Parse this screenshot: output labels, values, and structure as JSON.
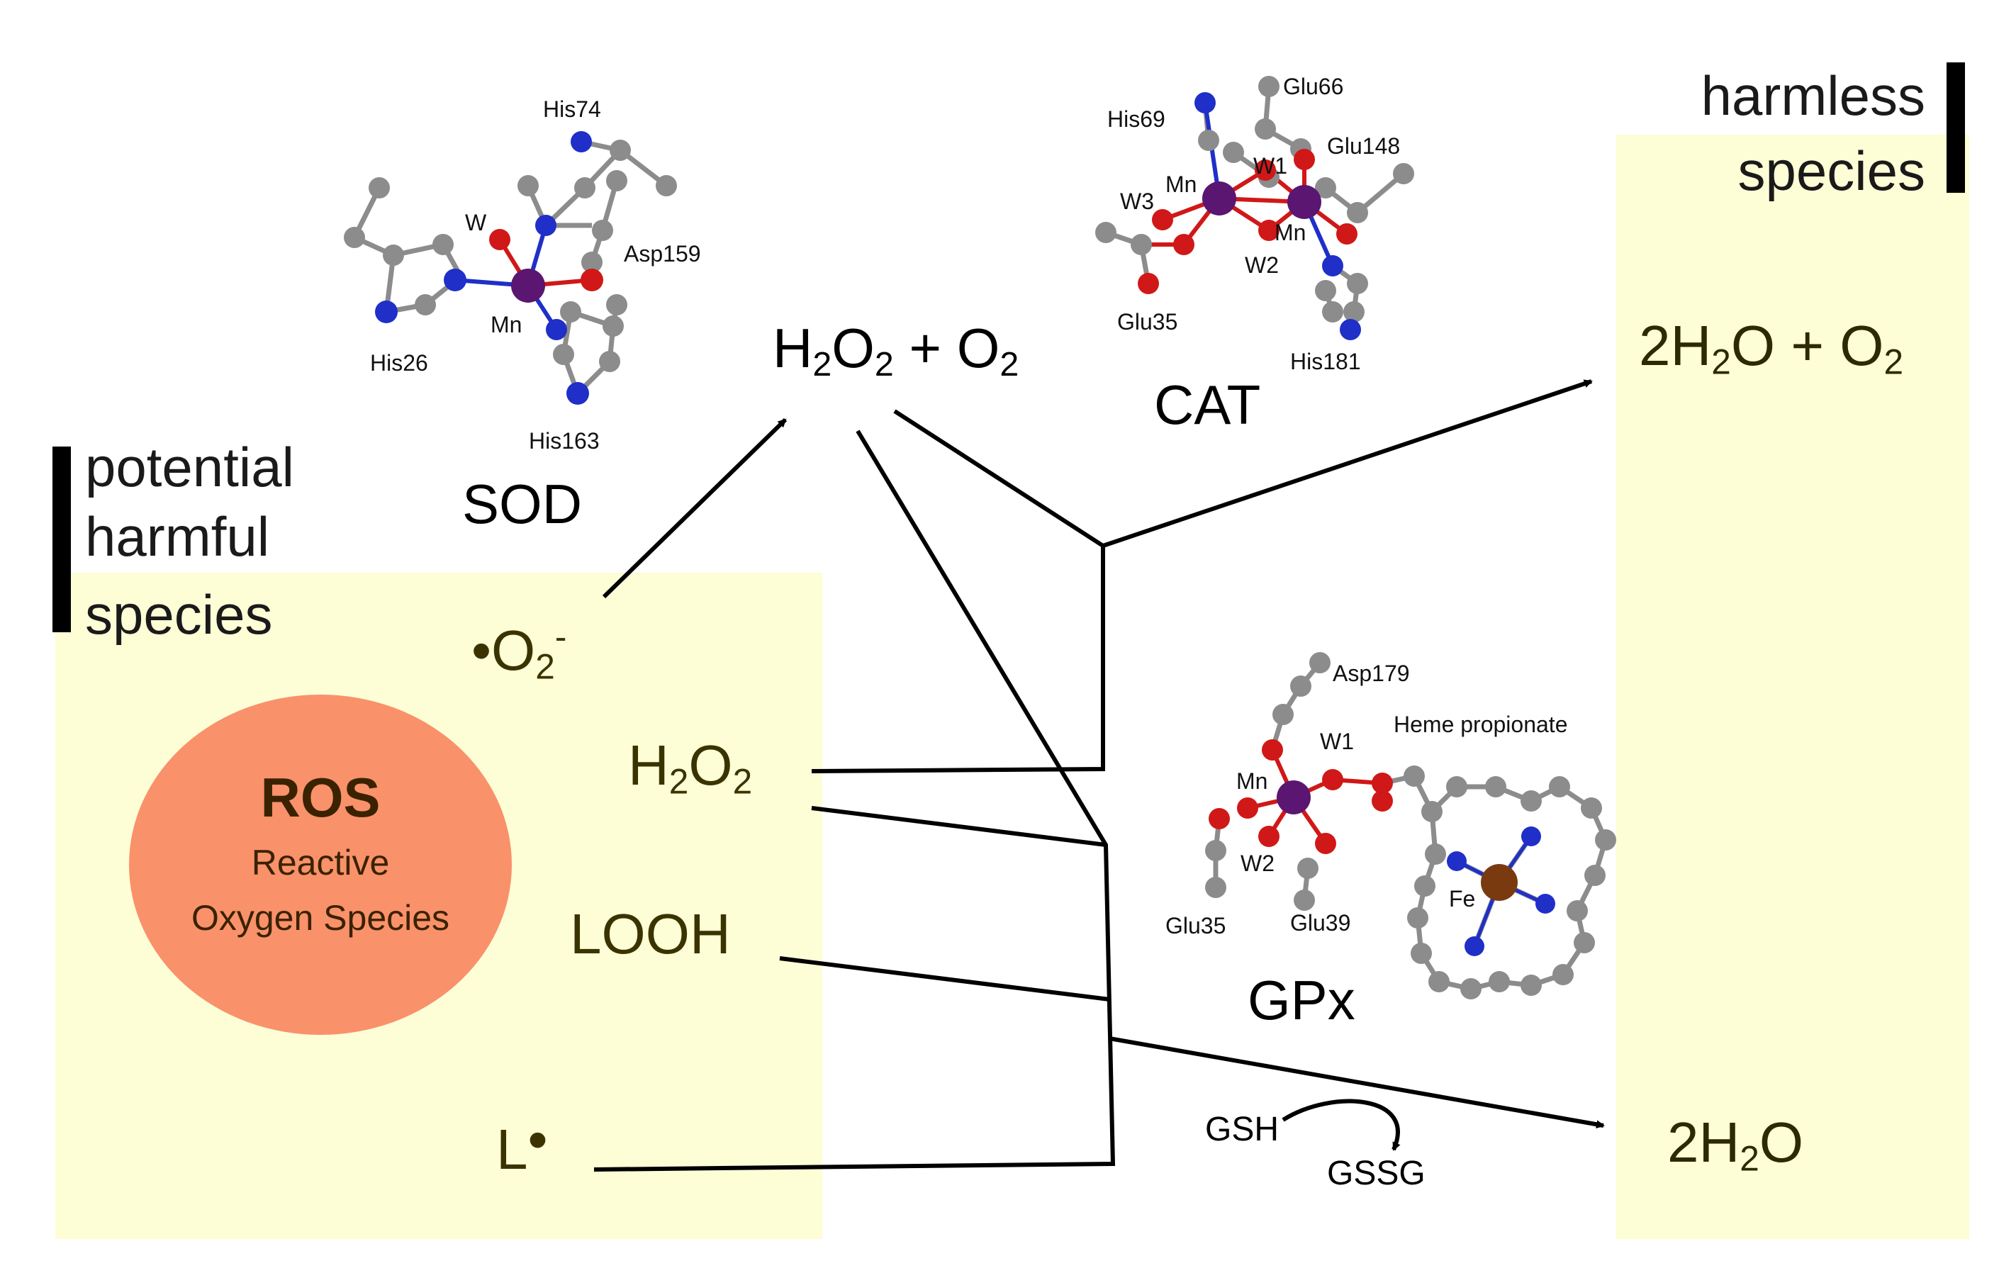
{
  "left_panel": {
    "header_lines": [
      "potential",
      "harmful",
      "species"
    ],
    "species": {
      "superoxide": {
        "dot": "•",
        "base": "O",
        "sub": "2",
        "sup": "-"
      },
      "h2o2": {
        "a": "H",
        "s1": "2",
        "b": "O",
        "s2": "2"
      },
      "looh": "LOOH",
      "lipid_radical": {
        "base": "L",
        "dot": "•"
      }
    },
    "ros": {
      "title": "ROS",
      "line1": "Reactive",
      "line2": "Oxygen Species"
    }
  },
  "right_panel": {
    "header_lines": [
      "harmless",
      "species"
    ],
    "product_top": {
      "a": "2H",
      "s1": "2",
      "b": "O + O",
      "s2": "2"
    },
    "product_bottom": {
      "a": "2H",
      "s1": "2",
      "b": "O"
    }
  },
  "middle": {
    "h2o2_o2": {
      "a": "H",
      "s1": "2",
      "b": "O",
      "s2": "2",
      "c": " + O",
      "s3": "2"
    },
    "gsh": "GSH",
    "gssg": "GSSG"
  },
  "enzymes": {
    "sod": {
      "name": "SOD",
      "labels": {
        "his74": "His74",
        "w": "W",
        "asp159": "Asp159",
        "mn": "Mn",
        "his26": "His26",
        "his163": "His163"
      }
    },
    "cat": {
      "name": "CAT",
      "labels": {
        "glu66": "Glu66",
        "his69": "His69",
        "glu148": "Glu148",
        "w1": "W1",
        "w3": "W3",
        "mn_a": "Mn",
        "mn_b": "Mn",
        "w2": "W2",
        "glu35": "Glu35",
        "his181": "His181"
      }
    },
    "gpx": {
      "name": "GPx",
      "labels": {
        "asp179": "Asp179",
        "heme": "Heme propionate",
        "w1": "W1",
        "mn": "Mn",
        "w2": "W2",
        "fe": "Fe",
        "glu35": "Glu35",
        "glu39": "Glu39"
      }
    }
  },
  "colors": {
    "panel": "#fdfdd6",
    "ros_fill": "#f9916a",
    "atom_c": "#8c8c8c",
    "atom_n": "#1f2fc8",
    "atom_o": "#d01818",
    "atom_mn": "#5a1670",
    "atom_fe": "#7a3a10"
  }
}
